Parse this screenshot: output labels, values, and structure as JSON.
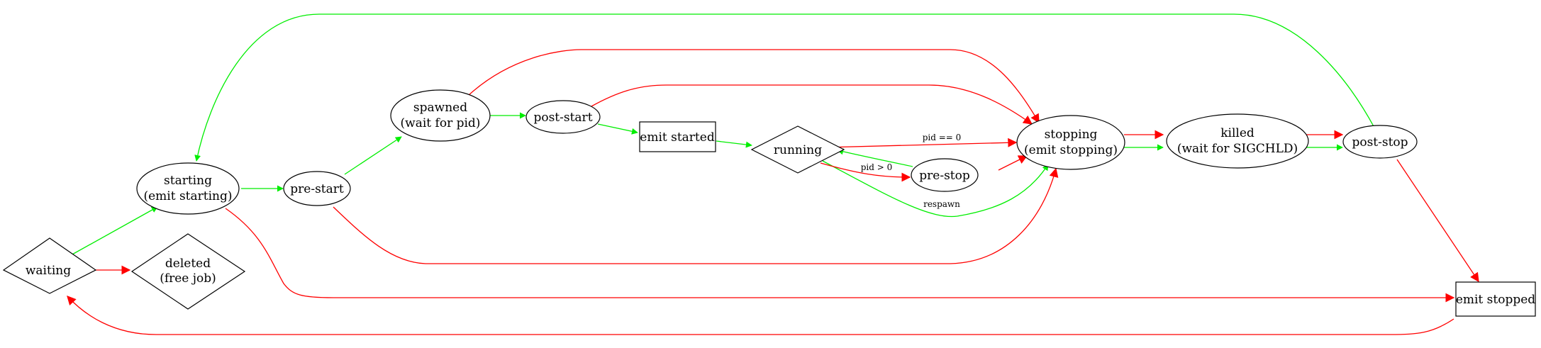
{
  "colors": {
    "success": "#00ee00",
    "failure": "#ff0000",
    "outline": "#000000"
  },
  "nodes": {
    "waiting": {
      "lines": [
        "waiting"
      ]
    },
    "deleted": {
      "lines": [
        "deleted",
        "(free job)"
      ]
    },
    "starting": {
      "lines": [
        "starting",
        "(emit starting)"
      ]
    },
    "pre_start": {
      "lines": [
        "pre-start"
      ]
    },
    "spawned": {
      "lines": [
        "spawned",
        "(wait for pid)"
      ]
    },
    "post_start": {
      "lines": [
        "post-start"
      ]
    },
    "emit_started": {
      "lines": [
        "emit started"
      ]
    },
    "running": {
      "lines": [
        "running"
      ]
    },
    "pre_stop": {
      "lines": [
        "pre-stop"
      ]
    },
    "stopping": {
      "lines": [
        "stopping",
        "(emit stopping)"
      ]
    },
    "killed": {
      "lines": [
        "killed",
        "(wait for SIGCHLD)"
      ]
    },
    "post_stop": {
      "lines": [
        "post-stop"
      ]
    },
    "emit_stopped": {
      "lines": [
        "emit stopped"
      ]
    }
  },
  "edge_labels": {
    "pid_eq_0": "pid == 0",
    "pid_gt_0": "pid > 0",
    "respawn": "respawn"
  }
}
